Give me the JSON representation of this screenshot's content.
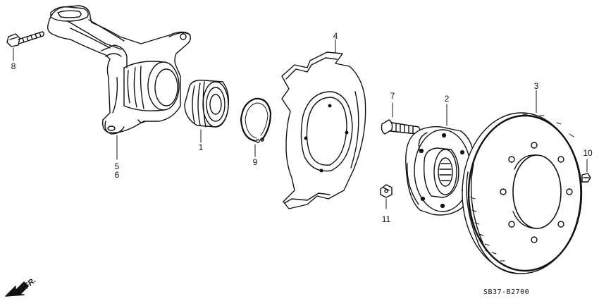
{
  "diagram": {
    "drawing_code": "SB37-B2700",
    "direction_label": "FR.",
    "parts": [
      {
        "name": "knuckle",
        "callouts": [
          "5",
          "6"
        ]
      },
      {
        "name": "hub-bearing",
        "callouts": [
          "1"
        ]
      },
      {
        "name": "snap-ring",
        "callouts": [
          "9"
        ]
      },
      {
        "name": "splash-guard",
        "callouts": [
          "4"
        ]
      },
      {
        "name": "hub-bolt",
        "callouts": [
          "7"
        ]
      },
      {
        "name": "hub",
        "callouts": [
          "2"
        ]
      },
      {
        "name": "brake-disc",
        "callouts": [
          "3"
        ]
      },
      {
        "name": "knuckle-bolt",
        "callouts": [
          "8"
        ]
      },
      {
        "name": "disc-screw",
        "callouts": [
          "10"
        ]
      },
      {
        "name": "guard-screw",
        "callouts": [
          "11"
        ]
      }
    ],
    "labels": {
      "c1": "1",
      "c2": "2",
      "c3": "3",
      "c4": "4",
      "c5": "5",
      "c6": "6",
      "c7": "7",
      "c8": "8",
      "c9": "9",
      "c10": "10",
      "c11": "11"
    }
  }
}
